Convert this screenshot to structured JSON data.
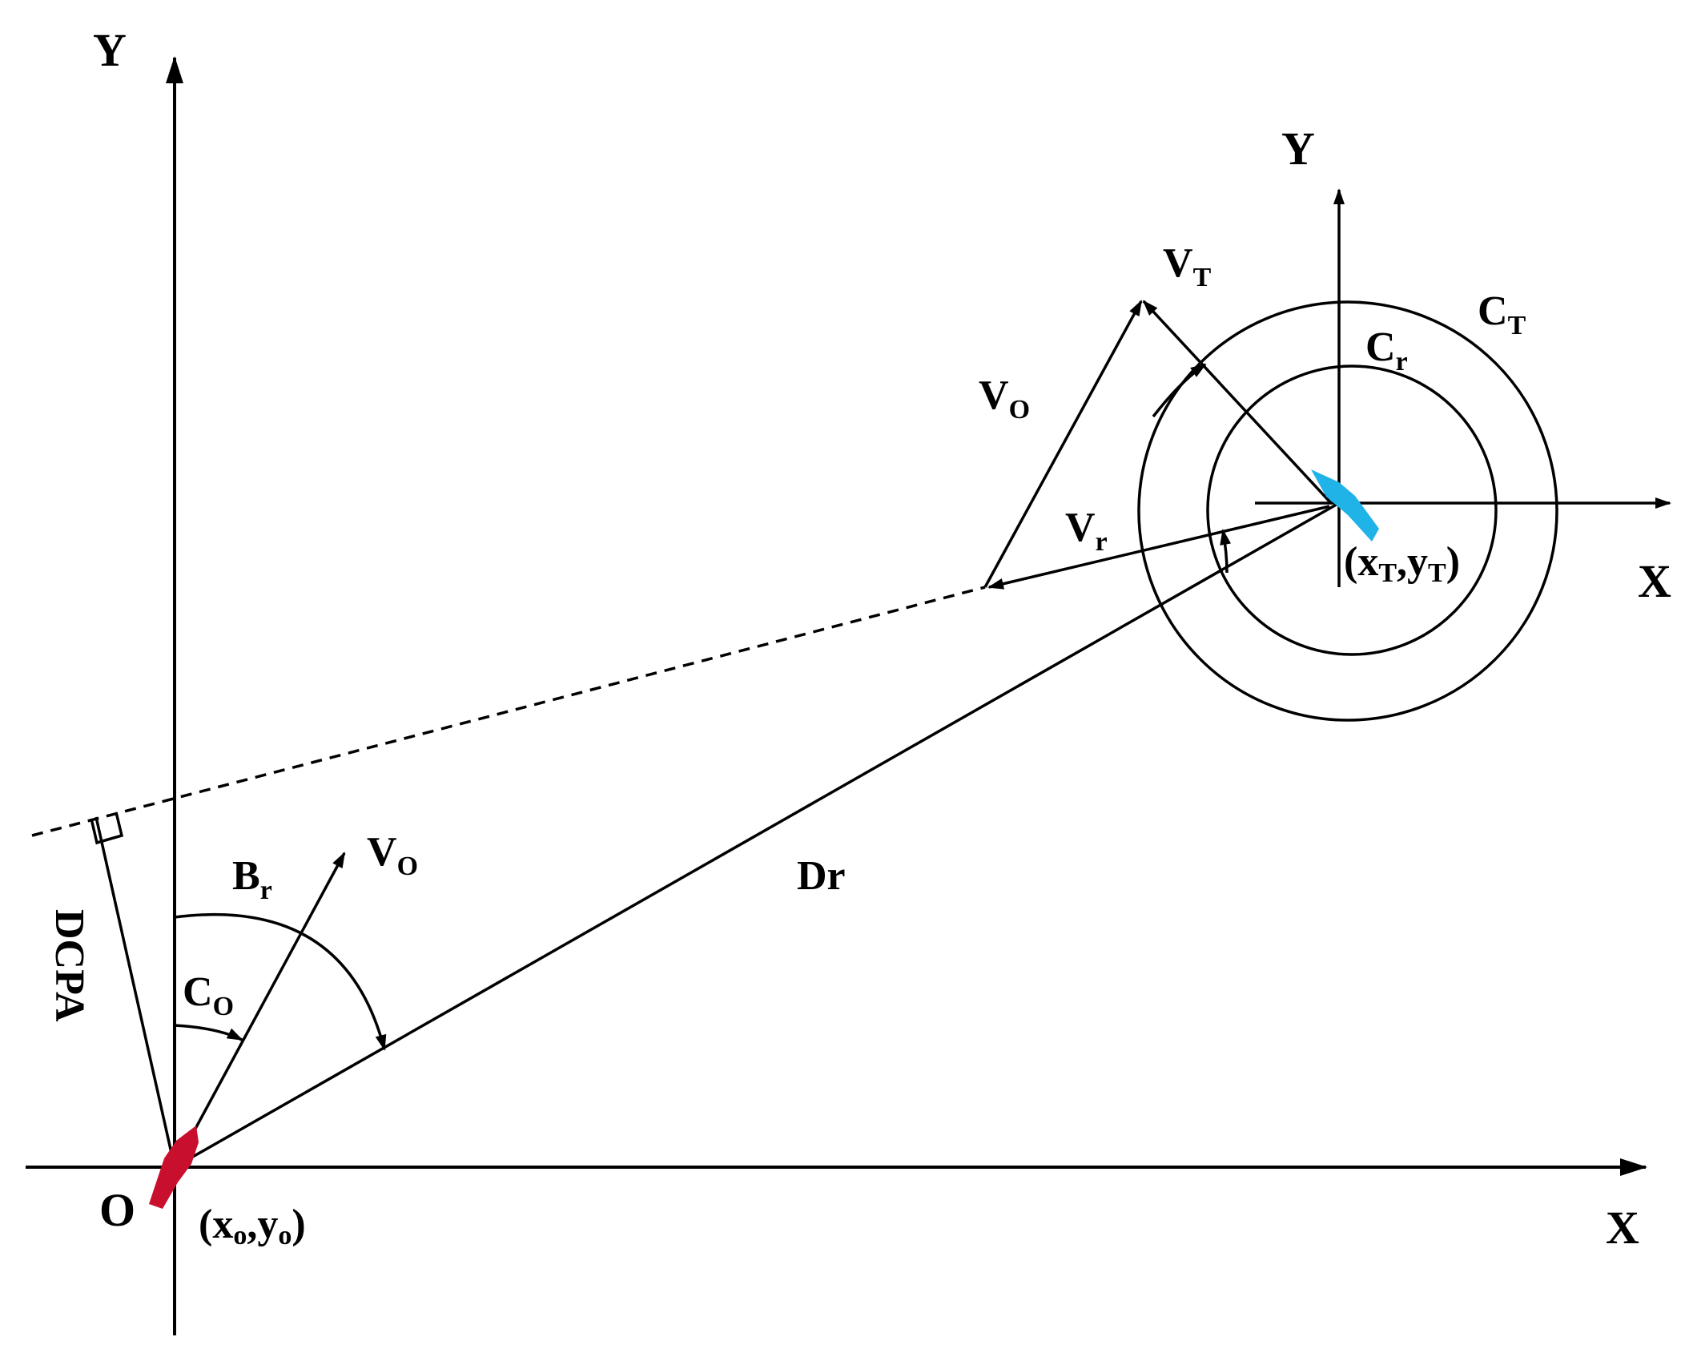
{
  "labels": {
    "y_axis_origin": "Y",
    "x_axis_origin": "X",
    "origin": "O",
    "own_coord_open": "(x",
    "own_coord_sub1": "o",
    "own_coord_mid": ",y",
    "own_coord_sub2": "o",
    "own_coord_close": ")",
    "y_axis_target": "Y",
    "x_axis_target": "X",
    "target_coord_open": "(x",
    "target_coord_sub1": "T",
    "target_coord_mid": ",y",
    "target_coord_sub2": "T",
    "target_coord_close": ")",
    "vt_main": "V",
    "vt_sub": "T",
    "vo_upper_main": "V",
    "vo_upper_sub": "O",
    "vr_main": "V",
    "vr_sub": "r",
    "ct_main": "C",
    "ct_sub": "T",
    "cr_main": "C",
    "cr_sub": "r",
    "vo_lower_main": "V",
    "vo_lower_sub": "O",
    "br_main": "B",
    "br_sub": "r",
    "co_main": "C",
    "co_sub": "O",
    "dr": "Dr",
    "dcpa": "DCPA"
  },
  "colors": {
    "own_ship": "#c8102e",
    "target_ship": "#1fb3e8",
    "lines": "#000000"
  }
}
